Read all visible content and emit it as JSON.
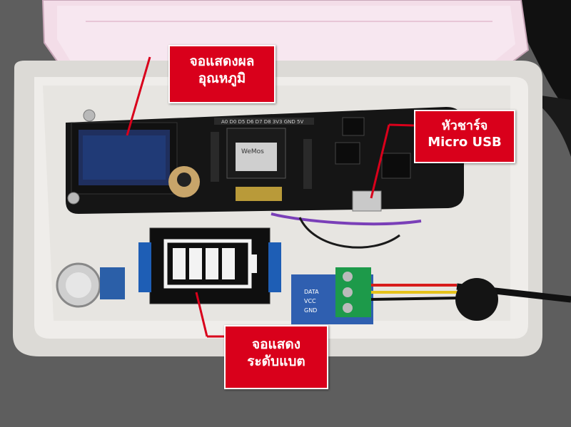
{
  "callouts": {
    "temperature_display": {
      "line1": "จอแสดงผล",
      "line2": "อุณหภูมิ"
    },
    "usb_charger": {
      "line1": "หัวชาร์จ",
      "line2": "Micro USB"
    },
    "battery_display": {
      "line1": "จอแสดง",
      "line2": "ระดับแบต"
    }
  },
  "board_silkscreen": {
    "pin_header": "A0 D0 D5 D6 D7 D8 3V3 GND 5V",
    "module_brand": "WeMos",
    "sensor_pins": [
      "DATA",
      "VCC",
      "GND"
    ]
  },
  "colors": {
    "callout_fill": "#d9001b",
    "callout_text": "#ffffff",
    "enclosure": "#eceae6",
    "pcb": "#151515",
    "lid": "#f2dbe6"
  }
}
